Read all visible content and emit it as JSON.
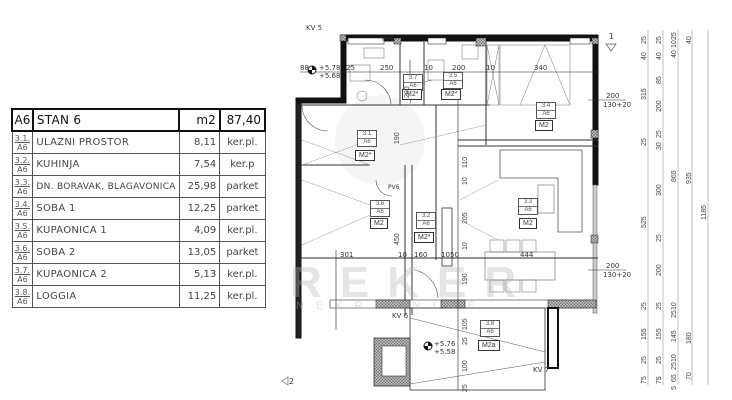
{
  "table": {
    "header": {
      "code": "A6",
      "name": "STAN 6",
      "unit": "m2",
      "total": "87,40"
    },
    "rows": [
      {
        "num": "3.1.",
        "apt": "A6",
        "name": "ULAZNI PROSTOR",
        "area": "8,11",
        "material": "ker.pl."
      },
      {
        "num": "3.2.",
        "apt": "A6",
        "name": "KUHINJA",
        "area": "7,54",
        "material": "ker.p"
      },
      {
        "num": "3.3.",
        "apt": "A6",
        "name": "DN. BORAVAK, BLAGAVONICA",
        "area": "25,98",
        "material": "parket"
      },
      {
        "num": "3.4.",
        "apt": "A6",
        "name": "SOBA 1",
        "area": "12,25",
        "material": "parket"
      },
      {
        "num": "3.5.",
        "apt": "A6",
        "name": "KUPAONICA 1",
        "area": "4,09",
        "material": "ker.pl."
      },
      {
        "num": "3.6.",
        "apt": "A6",
        "name": "SOBA 2",
        "area": "13,05",
        "material": "parket"
      },
      {
        "num": "3.7.",
        "apt": "A6",
        "name": "KUPAONICA 2",
        "area": "5,13",
        "material": "ker.pl."
      },
      {
        "num": "3.8.",
        "apt": "A6",
        "name": "LOGGIA",
        "area": "11,25",
        "material": "ker.pl."
      }
    ]
  },
  "plan": {
    "room_tags": [
      {
        "num": "3.1",
        "apt": "A6",
        "floor": "M2*"
      },
      {
        "num": "3.2",
        "apt": "A6",
        "floor": "M2*"
      },
      {
        "num": "3.3",
        "apt": "A6",
        "floor": "M2"
      },
      {
        "num": "3.4",
        "apt": "A6",
        "floor": "M2"
      },
      {
        "num": "3.5",
        "apt": "A6",
        "floor": "M2*"
      },
      {
        "num": "3.6",
        "apt": "A6",
        "floor": "M2"
      },
      {
        "num": "3.7",
        "apt": "A6",
        "floor": "M2*"
      },
      {
        "num": "3.8",
        "apt": "A6",
        "floor": "M2a"
      }
    ],
    "labels": {
      "kv5": "KV 5",
      "kv6": "KV 6",
      "kv7": "KV 7",
      "pv6": "PV6",
      "level_top_1": "+5.78",
      "level_top_2": "+5.68",
      "level_bot_1": "+5.76",
      "level_bot_2": "+5.58",
      "section_1": "1",
      "section_2": "2",
      "window_w": "200",
      "window_h": "130+20",
      "watermark": "REKER",
      "watermark_sub": "NEKRETNINE"
    },
    "dims_horizontal": [
      "88",
      "25",
      "250",
      "10",
      "200",
      "10",
      "340",
      "301",
      "10",
      "160",
      "10",
      "50",
      "444"
    ],
    "dims_vertical_inner": [
      "200",
      "190",
      "110",
      "10",
      "205",
      "10",
      "190",
      "105",
      "25",
      "100",
      "25",
      "450"
    ],
    "dims_right": {
      "col1": [
        "25",
        "40",
        "315",
        "25",
        "525",
        "25",
        "155",
        "25",
        "75"
      ],
      "col2": [
        "25",
        "40",
        "85",
        "200",
        "25",
        "30",
        "300",
        "25",
        "200",
        "25",
        "155",
        "25",
        "75"
      ],
      "col3": [
        "25",
        "10",
        "40",
        "865",
        "10",
        "25",
        "145",
        "10",
        "25",
        "65",
        "5"
      ],
      "col4": [
        "40",
        "935",
        "180",
        "70"
      ],
      "col5": [
        "1185"
      ]
    }
  }
}
